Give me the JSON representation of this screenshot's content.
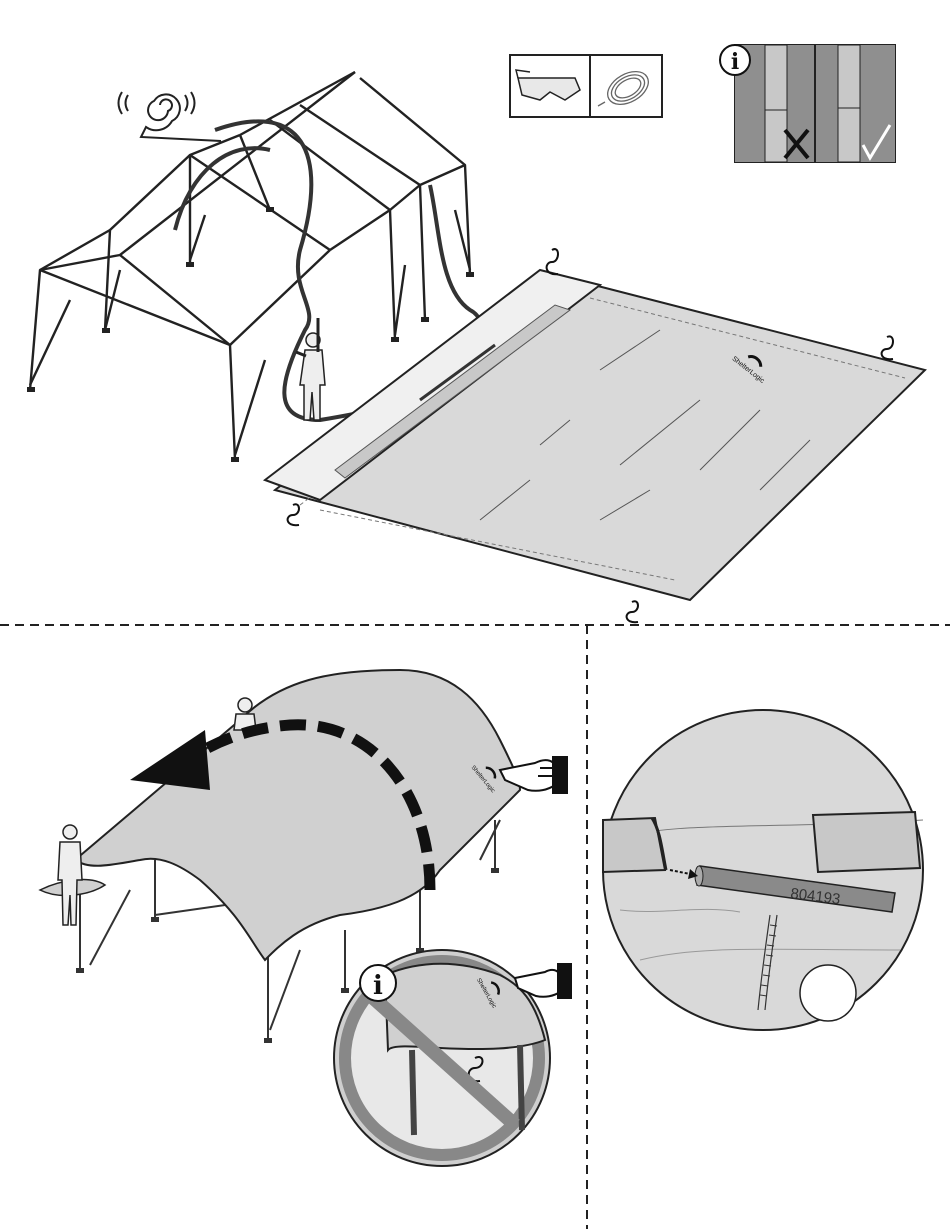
{
  "part_number": "804193",
  "info_symbol": "i",
  "brand_text": "ShelterLogic",
  "colors": {
    "frame_stroke": "#222222",
    "cover_fill": "#d9d9d9",
    "cover_dark": "#b0b0b0",
    "tube_fill": "#8a8a8a",
    "arrow": "#111111"
  },
  "icons": [
    "safety-glasses-icon",
    "rope-icon",
    "info-icon",
    "wrong-mark-icon",
    "check-mark-icon",
    "pointing-hand-icon",
    "prohibited-icon",
    "wind-icon"
  ]
}
